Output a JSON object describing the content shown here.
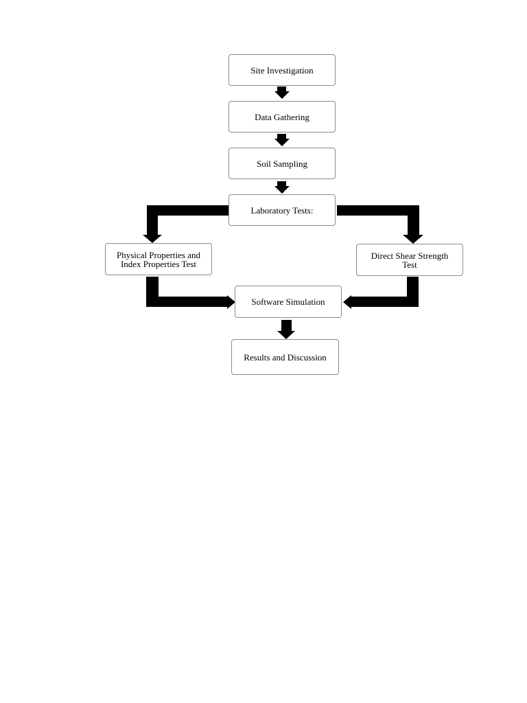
{
  "flowchart": {
    "nodes": [
      {
        "id": "site_investigation",
        "label": "Site Investigation"
      },
      {
        "id": "data_gathering",
        "label": "Data Gathering"
      },
      {
        "id": "soil_sampling",
        "label": "Soil Sampling"
      },
      {
        "id": "laboratory_tests",
        "label": "Laboratory Tests:"
      },
      {
        "id": "physical_properties",
        "label": "Physical Properties and\nIndex Properties Test"
      },
      {
        "id": "direct_shear",
        "label": "Direct Shear Strength\nTest"
      },
      {
        "id": "software_simulation",
        "label": "Software Simulation"
      },
      {
        "id": "results_discussion",
        "label": "Results and Discussion"
      }
    ],
    "edges": [
      {
        "from": "site_investigation",
        "to": "data_gathering"
      },
      {
        "from": "data_gathering",
        "to": "soil_sampling"
      },
      {
        "from": "soil_sampling",
        "to": "laboratory_tests"
      },
      {
        "from": "laboratory_tests",
        "to": "physical_properties"
      },
      {
        "from": "laboratory_tests",
        "to": "direct_shear"
      },
      {
        "from": "physical_properties",
        "to": "software_simulation"
      },
      {
        "from": "direct_shear",
        "to": "software_simulation"
      },
      {
        "from": "software_simulation",
        "to": "results_discussion"
      }
    ],
    "colors": {
      "arrow": "#000000",
      "box_border": "#8a8a8a",
      "text": "#000000",
      "background": "#ffffff"
    }
  }
}
